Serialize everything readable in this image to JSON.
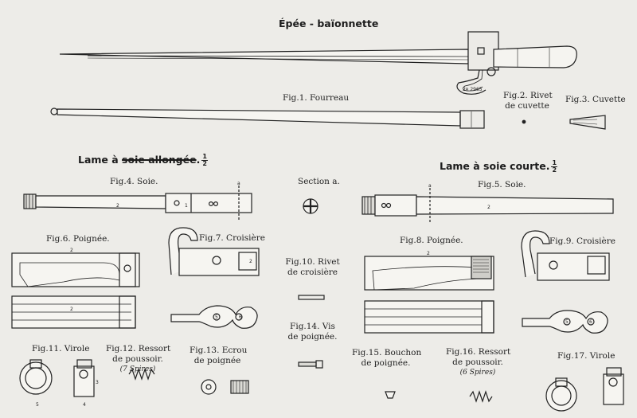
{
  "plate_title": "Épée - baïonnette",
  "sections": {
    "left": {
      "title_prefix": "Lame à ",
      "title_struck": "soie allongée",
      "title_suffix": ".",
      "frac_num": "1",
      "frac_den": "2"
    },
    "right": {
      "title": "Lame à soie courte.",
      "frac_num": "1",
      "frac_den": "2"
    }
  },
  "figures": {
    "fig1": "Fig.1. Fourreau",
    "fig2_line1": "Fig.2. Rivet",
    "fig2_line2": "de cuvette",
    "fig3": "Fig.3. Cuvette",
    "fig4": "Fig.4. Soie.",
    "section_a": "Section a.",
    "fig5": "Fig.5. Soie.",
    "fig6": "Fig.6. Poignée.",
    "fig7": "Fig.7. Croisière",
    "fig8": "Fig.8. Poignée.",
    "fig9": "Fig.9. Croisière",
    "fig10_line1": "Fig.10. Rivet",
    "fig10_line2": "de croisière",
    "fig11": "Fig.11. Virole",
    "fig12_line1": "Fig.12. Ressort",
    "fig12_line2": "de poussoir.",
    "fig12_note": "(7 Spires)",
    "fig13_line1": "Fig.13. Ecrou",
    "fig13_line2": "de poignée",
    "fig14_line1": "Fig.14. Vis",
    "fig14_line2": "de poignée.",
    "fig15_line1": "Fig.15. Bouchon",
    "fig15_line2": "de poignée.",
    "fig16_line1": "Fig.16. Ressort",
    "fig16_line2": "de poussoir.",
    "fig16_note": "(6 Spires)",
    "fig17": "Fig.17. Virole"
  },
  "markers": {
    "a": "a",
    "n1": "1",
    "n2": "2",
    "n3": "3",
    "n4": "4",
    "n5": "5",
    "n6": "6",
    "stamp": "2ʀ 2965"
  }
}
